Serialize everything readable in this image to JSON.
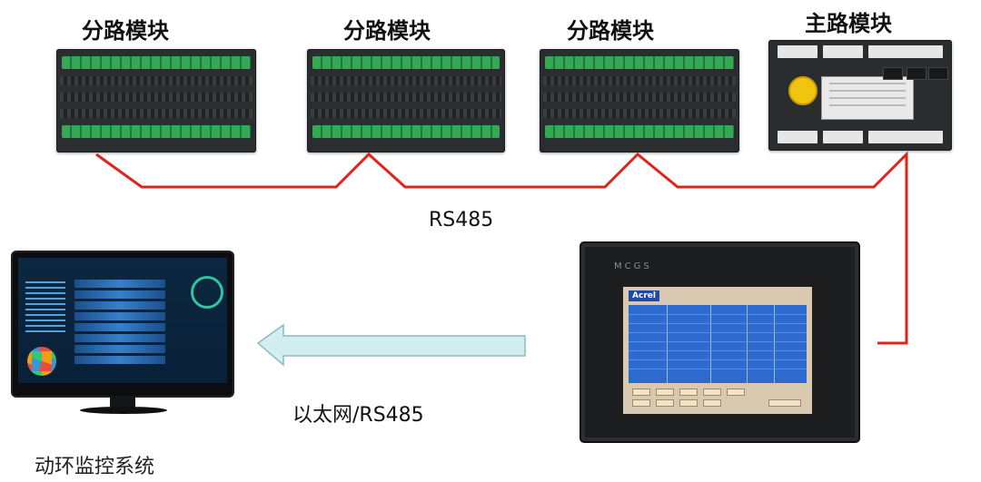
{
  "branch_modules": [
    {
      "title": "分路模块"
    },
    {
      "title": "分路模块"
    },
    {
      "title": "分路模块"
    }
  ],
  "main_module": {
    "title": "主路模块"
  },
  "bus": {
    "label": "RS485"
  },
  "uplink": {
    "label": "以太网/RS485"
  },
  "monitoring_system": {
    "label": "动环监控系统"
  },
  "hmi_panel": {
    "brand": "MCGS",
    "logo_text": "Acrel"
  },
  "colors": {
    "bus_line": "#e2231a",
    "arrow_fill": "#d2eef1",
    "arrow_stroke": "#8fb8c1"
  }
}
